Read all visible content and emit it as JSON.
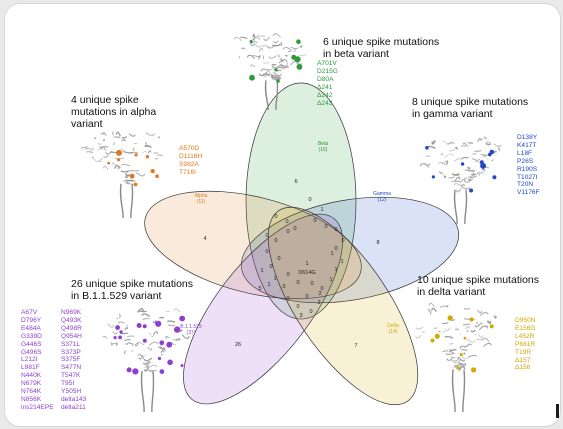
{
  "colors": {
    "alpha": "#e07a22",
    "beta": "#2e9a3a",
    "gamma": "#2248c8",
    "delta": "#d2a900",
    "omicron": "#8f3fd0"
  },
  "panels": {
    "beta": {
      "caption_line1": "6 unique spike mutations",
      "caption_line2": "in beta variant",
      "mutations": [
        "A701V",
        "D215G",
        "D80A",
        "Δ241",
        "Δ242",
        "Δ243"
      ]
    },
    "alpha": {
      "caption_line1": "4 unique spike",
      "caption_line2": "mutations in alpha",
      "caption_line3": "variant",
      "mutations": [
        "A570D",
        "D1118H",
        "S982A",
        "T716I"
      ]
    },
    "gamma": {
      "caption_line1": "8 unique spike mutations",
      "caption_line2": "in gamma variant",
      "mutations": [
        "D138Y",
        "K417T",
        "L18F",
        "P26S",
        "R190S",
        "T1027I",
        "T20N",
        "V1176F"
      ]
    },
    "omicron": {
      "caption_line1": "26 unique spike mutations",
      "caption_line2": "in B.1.1.529 variant",
      "mutations_col1": [
        "A67V",
        "D796Y",
        "E484A",
        "G339D",
        "G446S",
        "G496S",
        "L212I",
        "L981F",
        "N440K",
        "N679K",
        "N764K",
        "N856K",
        "ins214EPE"
      ],
      "mutations_col2": [
        "N969K",
        "Q493K",
        "Q498R",
        "Q954H",
        "S371L",
        "S373P",
        "S375F",
        "S477N",
        "T547K",
        "T95I",
        "Y505H",
        "delta143",
        "delta211"
      ]
    },
    "delta": {
      "caption_line1": "10 unique spike mutations",
      "caption_line2": "in delta variant",
      "mutations": [
        "D950N",
        "E156G",
        "L452R",
        "P681R",
        "T19R",
        "Δ157",
        "Δ158"
      ]
    }
  },
  "venn": {
    "set_labels": {
      "beta": "Beta",
      "beta_count": "(16)",
      "alpha": "Alpha",
      "alpha_count": "(11)",
      "gamma": "Gamma",
      "gamma_count": "(12)",
      "omicron": "B.1.1.529",
      "omicron_count": "(37)",
      "delta": "Delta",
      "delta_count": "(14)"
    },
    "unique": {
      "beta": "6",
      "alpha": "4",
      "gamma": "8",
      "omicron": "26",
      "delta": "7"
    },
    "center": {
      "count": "1",
      "label": "D614G"
    },
    "regions": [
      "0",
      "1",
      "0",
      "0",
      "0",
      "0",
      "0",
      "0",
      "0",
      "0",
      "0",
      "1",
      "0",
      "0",
      "0",
      "0",
      "0",
      "0",
      "0",
      "0",
      "0",
      "1",
      "1",
      "1",
      "2",
      "0",
      "0",
      "1",
      "0",
      "2",
      "0",
      "3",
      "0",
      "1",
      "1",
      "5"
    ]
  }
}
